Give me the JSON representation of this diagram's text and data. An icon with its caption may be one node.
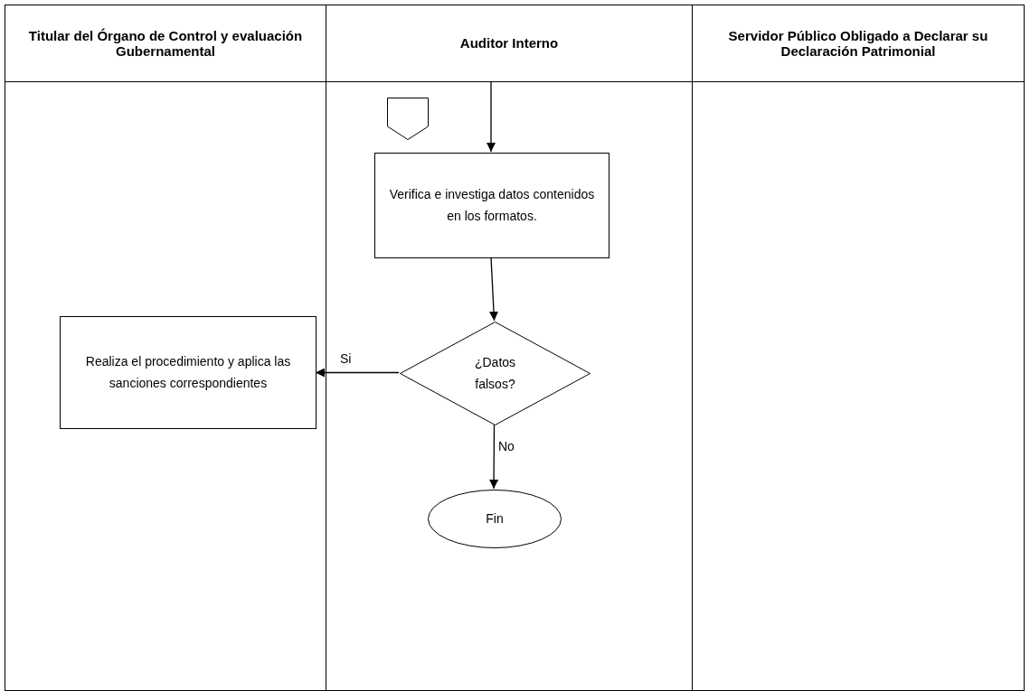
{
  "diagram": {
    "nodes": [
      {
        "text": [
          "Titular del Órgano de Control y evaluación Gubernamental"
        ]
      },
      {
        "text": [
          "Auditor Interno"
        ]
      },
      {
        "text": [
          "Servidor Público Obligado a Declarar su Declaración Patrimonial"
        ]
      },
      {
        "text": [],
        "shape": "pentagon",
        "in": 1
      },
      {
        "text": [
          "Verifica e investiga datos contenidos en los formatos."
        ],
        "in": 1
      },
      {
        "text": [
          "¿Datos falsos?"
        ],
        "in": 1
      },
      {
        "text": [
          "Realiza el procedimiento y aplica las sanciones correspondientes"
        ],
        "in": 0
      },
      {
        "text": [
          "Fin"
        ],
        "in": 1
      }
    ],
    "edges": [
      {
        "from": null,
        "to": 4,
        "arrow": "to"
      },
      {
        "from": 4,
        "to": 5,
        "arrow": "to"
      },
      {
        "from": 5,
        "to": 6,
        "arrow": "to",
        "label": "Si"
      },
      {
        "from": 5,
        "to": 7,
        "arrow": "to",
        "label": "No"
      }
    ]
  }
}
